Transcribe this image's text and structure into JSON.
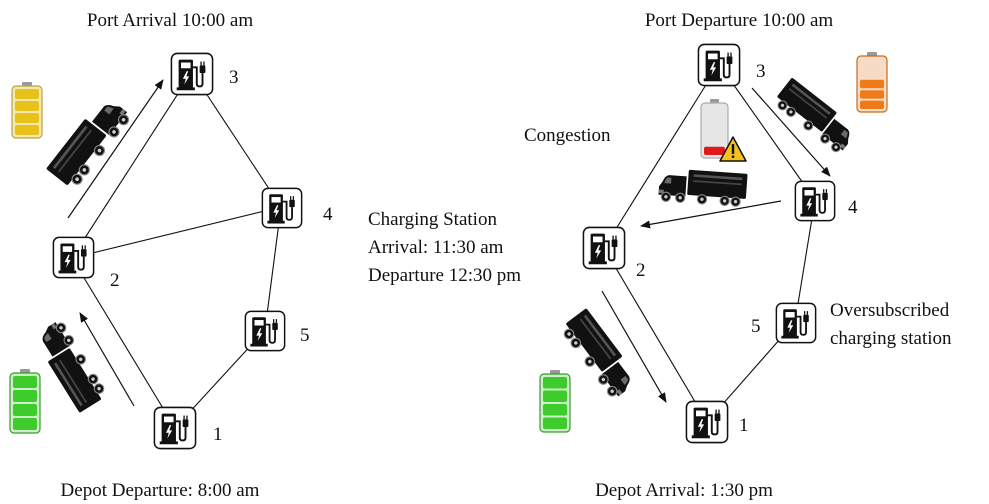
{
  "left": {
    "top_label": "Port Arrival 10:00 am",
    "bottom_label": "Depot Departure: 8:00 am",
    "station_numbers": {
      "s1": "1",
      "s2": "2",
      "s3": "3",
      "s4": "4",
      "s5": "5"
    },
    "battery_top_level": 1.0,
    "battery_bottom_level": 1.0
  },
  "middle": {
    "line1": "Charging Station",
    "line2": "Arrival: 11:30 am",
    "line3": "Departure 12:30 pm"
  },
  "right": {
    "top_label": "Port Departure 10:00 am",
    "bottom_label": "Depot Arrival: 1:30 pm",
    "congestion_label": "Congestion",
    "oversubscribed_line1": "Oversubscribed",
    "oversubscribed_line2": "charging station",
    "station_numbers": {
      "s1": "1",
      "s2": "2",
      "s3": "3",
      "s4": "4",
      "s5": "5"
    },
    "battery_top_level": 0.6,
    "battery_warning_level": 0.2,
    "battery_bottom_level": 1.0
  },
  "colors": {
    "battery_yellow": "#e8c21a",
    "battery_orange": "#f07a18",
    "battery_green": "#3dcc2c",
    "battery_red": "#e01a1a",
    "warning_yellow": "#f4c21e",
    "truck": "#111111"
  },
  "icons": {
    "station": "ev-charging-station-icon",
    "truck": "truck-icon",
    "battery": "battery-icon",
    "warning": "warning-triangle-icon"
  }
}
